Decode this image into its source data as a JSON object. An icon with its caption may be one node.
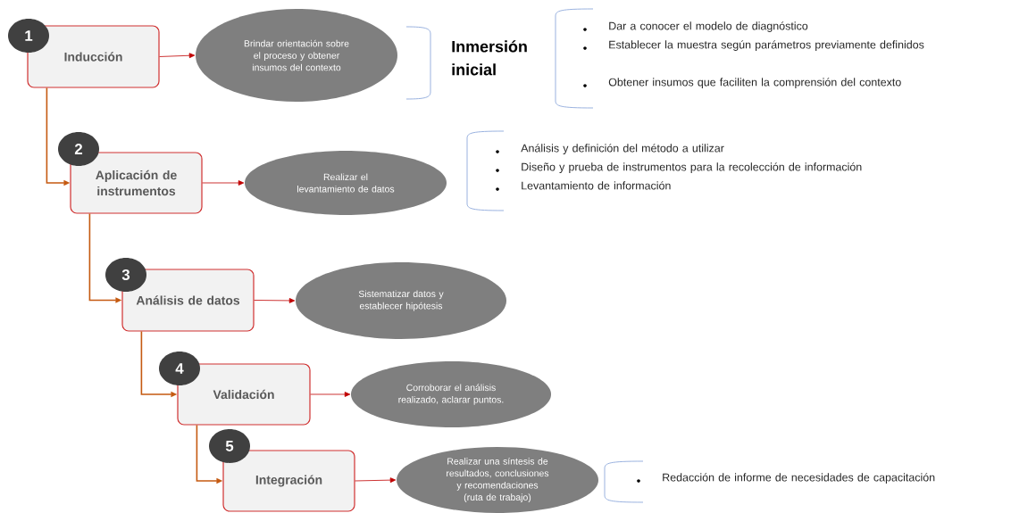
{
  "diagram": {
    "nodes": [
      {
        "text": [
          "1"
        ]
      },
      {
        "text": [
          "Inducción"
        ]
      },
      {
        "text": [
          "Brindar orientación sobre el proceso y obtener insumos del contexto"
        ]
      },
      {
        "text": [
          "2"
        ]
      },
      {
        "text": [
          "Aplicación de instrumentos"
        ]
      },
      {
        "text": [
          "Realizar el levantamiento de datos"
        ]
      },
      {
        "text": [
          "3"
        ]
      },
      {
        "text": [
          "Análisis de datos"
        ]
      },
      {
        "text": [
          "Sistematizar datos y establecer hipótesis"
        ]
      },
      {
        "text": [
          "4"
        ]
      },
      {
        "text": [
          "Validación"
        ]
      },
      {
        "text": [
          "Corroborar el análisis realizado, aclarar puntos."
        ]
      },
      {
        "text": [
          "5"
        ]
      },
      {
        "text": [
          "Integración"
        ]
      },
      {
        "text": [
          "Realizar una síntesis de resultados, conclusiones y recomendaciones (ruta de trabajo)"
        ]
      }
    ],
    "edges": [
      {
        "from": 1,
        "to": 2,
        "arrow": "to"
      },
      {
        "from": 1,
        "to": 4,
        "arrow": "to",
        "color": "#c55a11"
      },
      {
        "from": 4,
        "to": 5,
        "arrow": "to"
      },
      {
        "from": 4,
        "to": 7,
        "arrow": "to",
        "color": "#c55a11"
      },
      {
        "from": 7,
        "to": 8,
        "arrow": "to"
      },
      {
        "from": 7,
        "to": 10,
        "arrow": "to",
        "color": "#c55a11"
      },
      {
        "from": 10,
        "to": 11,
        "arrow": "to"
      },
      {
        "from": 10,
        "to": 13,
        "arrow": "to",
        "color": "#c55a11"
      },
      {
        "from": 13,
        "to": 14,
        "arrow": "to"
      }
    ],
    "labels": [
      "Inmersión inicial",
      "Dar a conocer el modelo de diagnóstico",
      "Establecer la muestra según parámetros previamente definidos",
      "Obtener insumos que faciliten la comprensión del contexto",
      "Análisis y definición del método a utilizar",
      "Diseño y prueba de instrumentos para la recolección de información",
      "Levantamiento de información",
      "Redacción de informe de necesidades de capacitación"
    ]
  }
}
